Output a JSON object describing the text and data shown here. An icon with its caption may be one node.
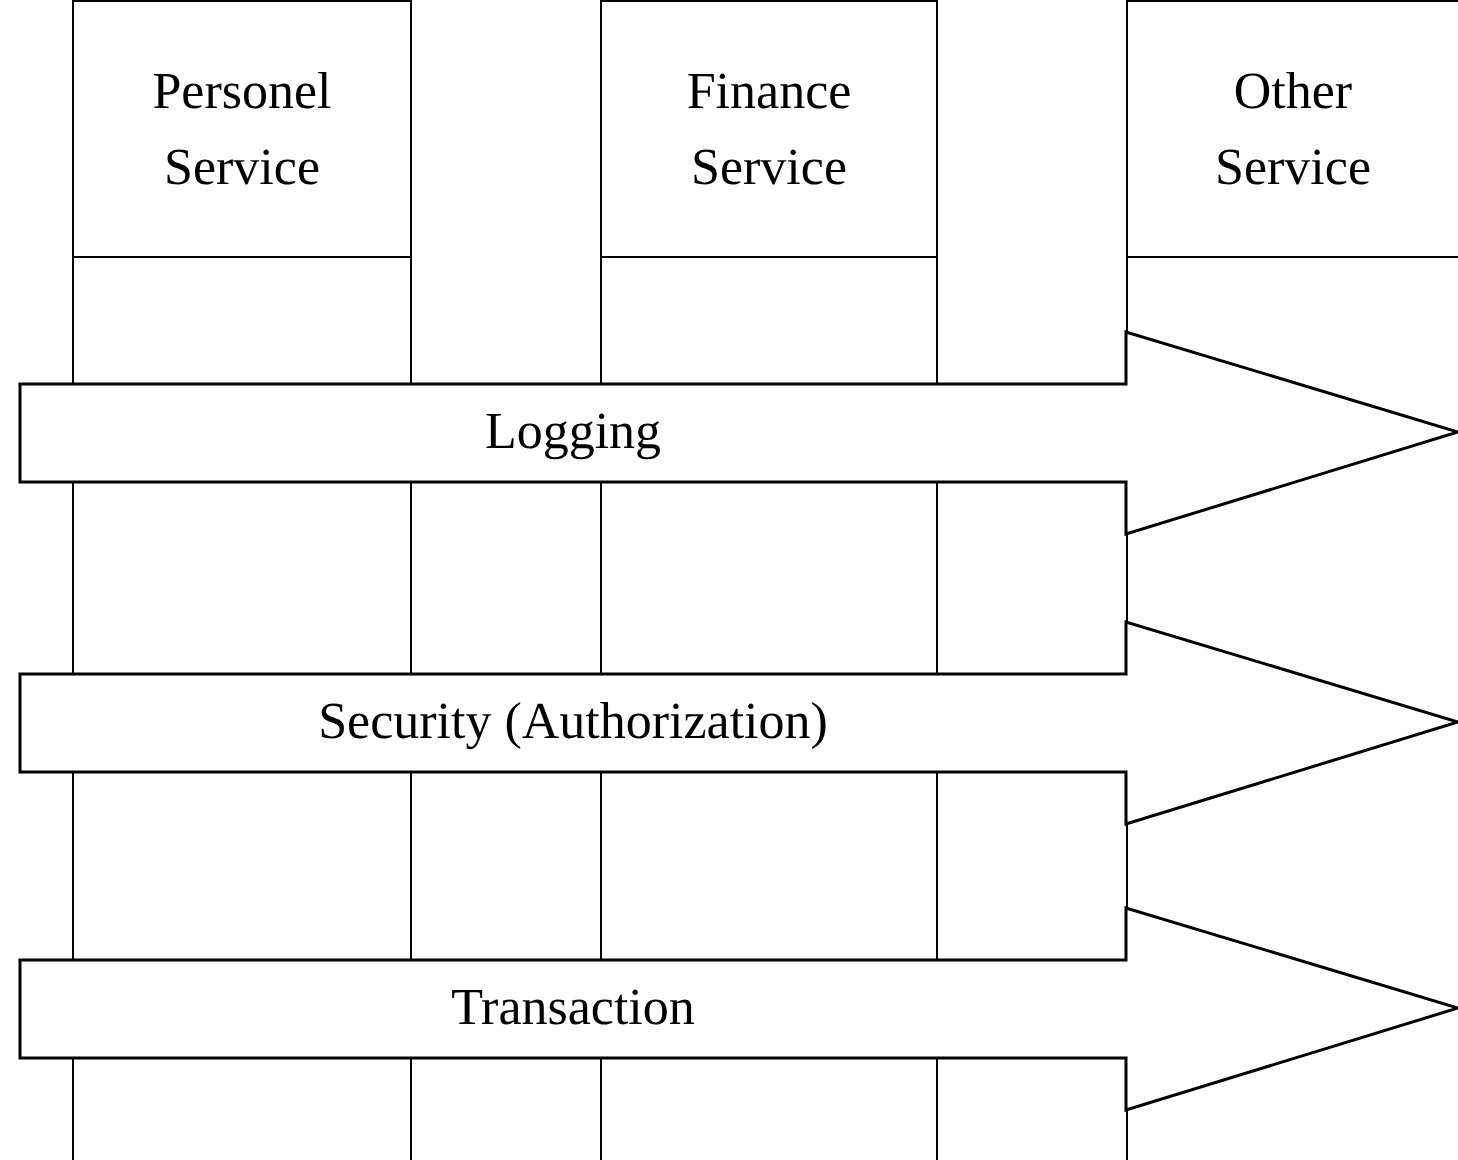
{
  "diagram": {
    "nodes": [
      {
        "text": [
          "Personel Service"
        ]
      },
      {
        "text": [
          "Finance Service"
        ]
      },
      {
        "text": [
          "Other Service"
        ]
      },
      {
        "text": [
          "Logging"
        ]
      },
      {
        "text": [
          "Security (Authorization)"
        ]
      },
      {
        "text": [
          "Transaction"
        ]
      }
    ]
  }
}
